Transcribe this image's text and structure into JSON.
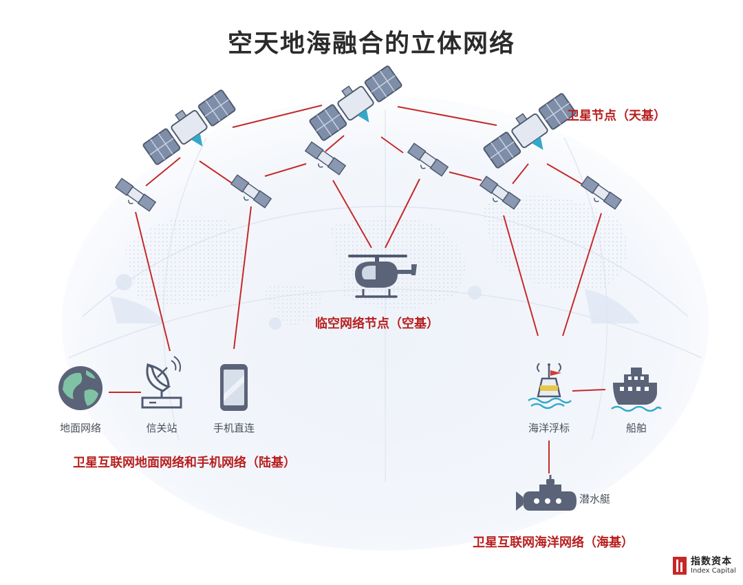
{
  "title": "空天地海融合的立体网络",
  "labels": {
    "satellite_node": "卫星节点（天基）",
    "air_node": "临空网络节点（空基）",
    "land_network": "卫星互联网地面网络和手机网络（陆基）",
    "sea_network": "卫星互联网海洋网络（海基）"
  },
  "items": {
    "ground_network": "地面网络",
    "gateway": "信关站",
    "phone": "手机直连",
    "buoy": "海洋浮标",
    "ship": "船舶",
    "submarine": "潜水艇"
  },
  "logo": {
    "cn": "指数资本",
    "en": "Index Capital"
  },
  "colors": {
    "link": "#c62828",
    "icon": "#5a6378",
    "icon_light": "#8fa0b8",
    "accent": "#35a8c9",
    "label_red": "#b81f1f"
  }
}
